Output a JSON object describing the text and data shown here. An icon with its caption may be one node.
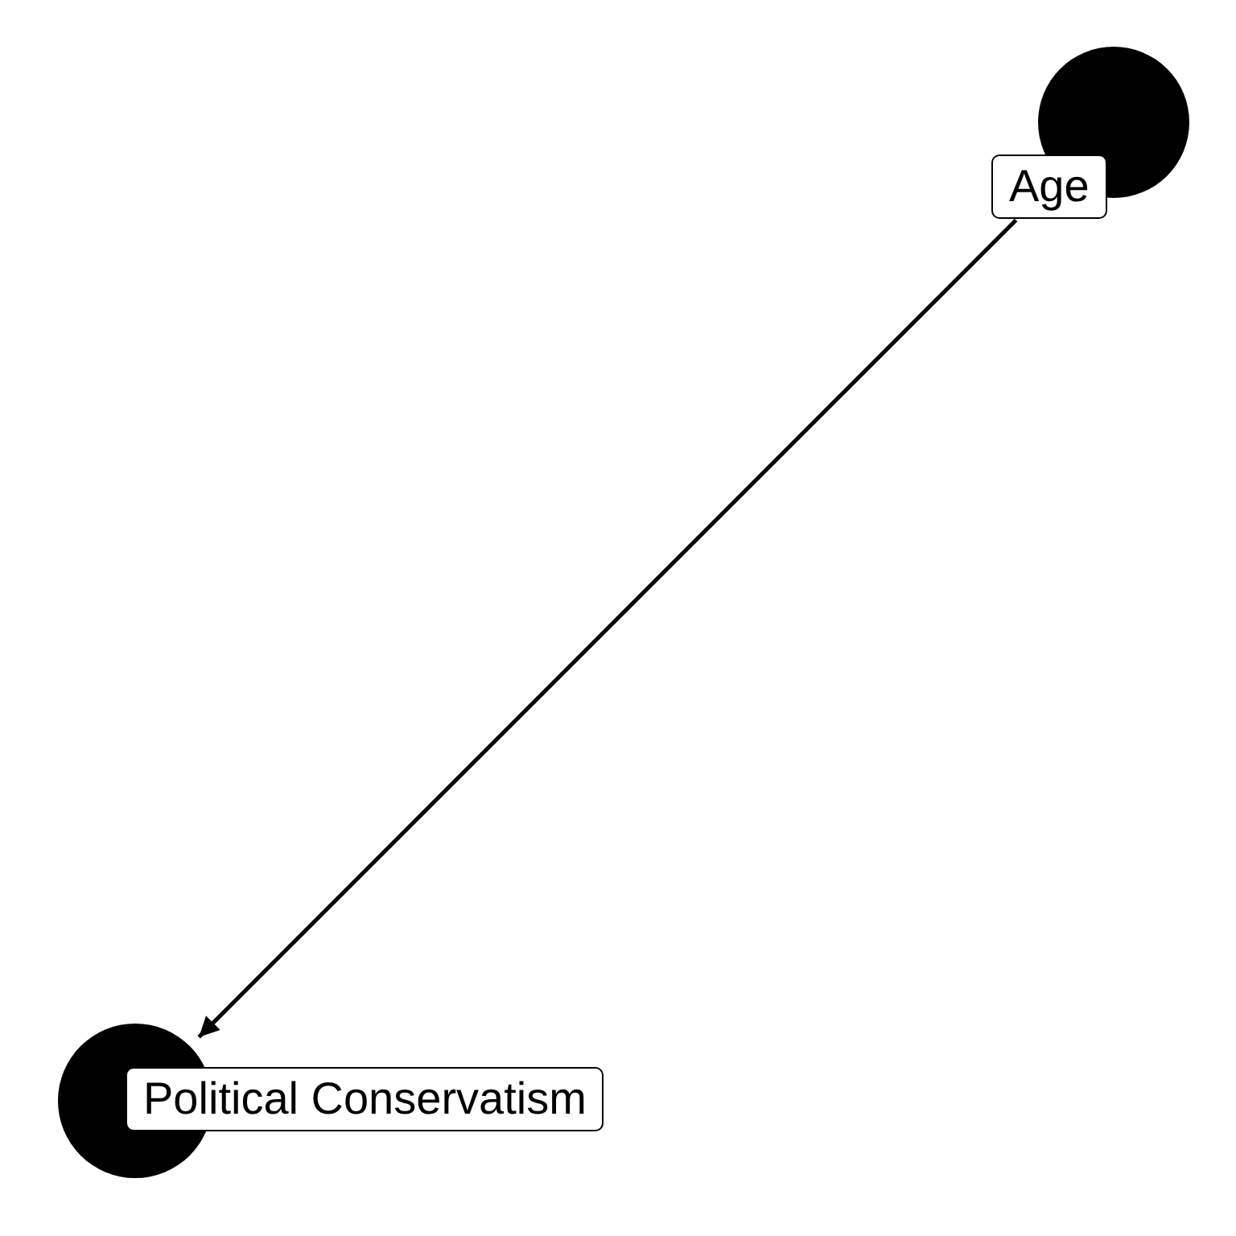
{
  "diagram": {
    "nodes": [
      {
        "text": [
          "Age"
        ]
      },
      {
        "text": [
          "Political Conservatism"
        ]
      }
    ],
    "edges": [
      {
        "from": 0,
        "to": 1,
        "arrow": "to"
      }
    ]
  }
}
